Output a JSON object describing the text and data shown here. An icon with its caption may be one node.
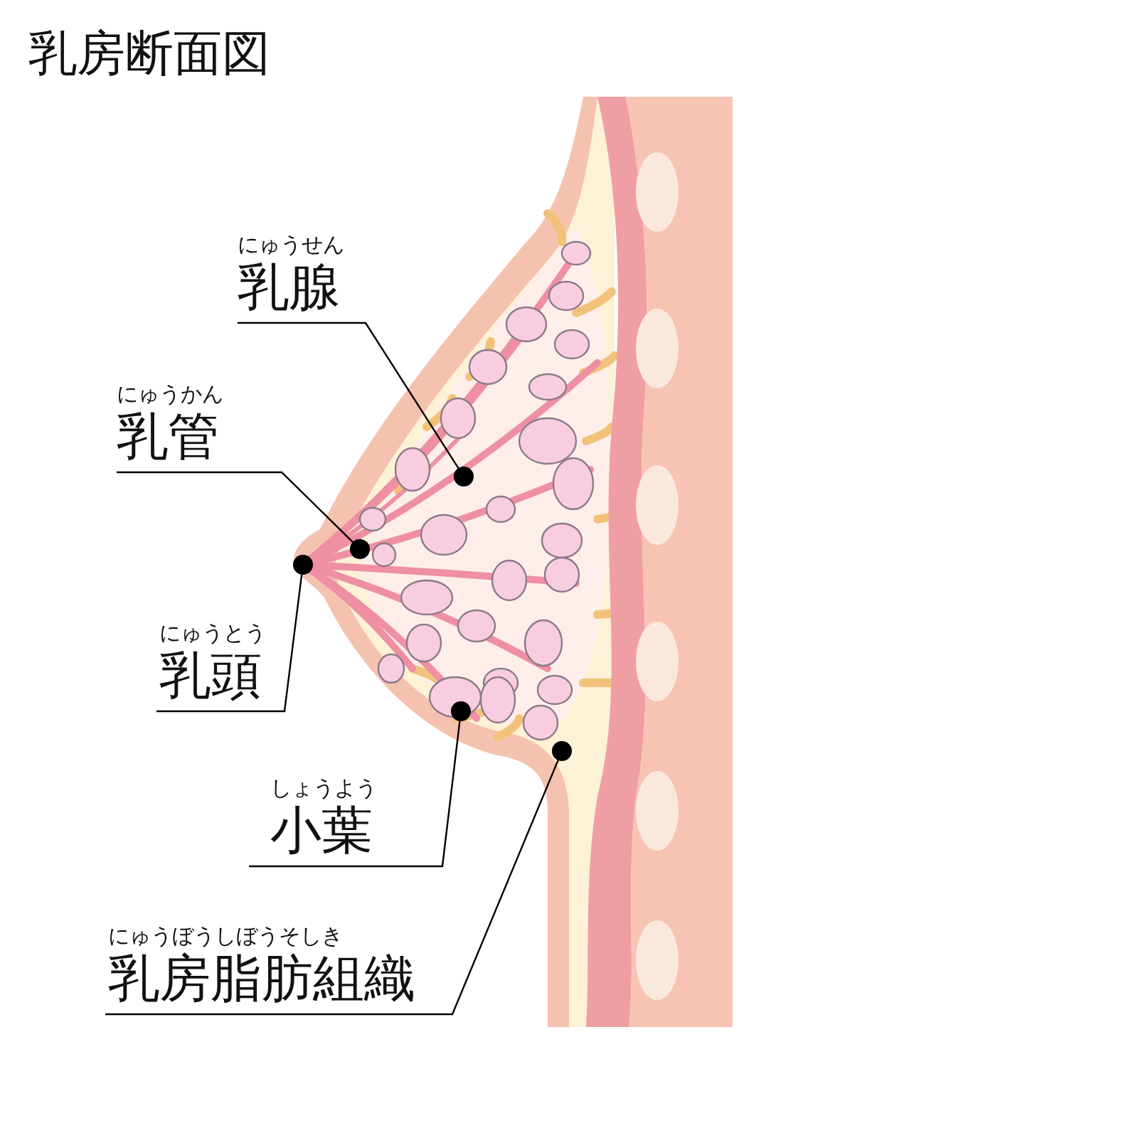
{
  "diagram": {
    "title": "乳房断面図",
    "nodes": [
      {
        "text": [
          "にゅうせん",
          "乳腺"
        ]
      },
      {
        "text": [
          "にゅうかん",
          "乳管"
        ]
      },
      {
        "text": [
          "にゅうとう",
          "乳頭"
        ]
      },
      {
        "text": [
          "しょうよう",
          "小葉"
        ]
      },
      {
        "text": [
          "にゅうぼうしぼうそしき",
          "乳房脂肪組織"
        ]
      },
      {
        "text": [],
        "shape": "circle"
      },
      {
        "text": [],
        "shape": "circle"
      },
      {
        "text": [],
        "shape": "circle"
      },
      {
        "text": [],
        "shape": "circle"
      },
      {
        "text": [],
        "shape": "circle"
      }
    ],
    "edges": [
      {
        "from": 0,
        "to": 5,
        "arrow": "none"
      },
      {
        "from": 1,
        "to": 6,
        "arrow": "none"
      },
      {
        "from": 2,
        "to": 7,
        "arrow": "none"
      },
      {
        "from": 3,
        "to": 8,
        "arrow": "none"
      },
      {
        "from": 4,
        "to": 9,
        "arrow": "none"
      }
    ]
  }
}
